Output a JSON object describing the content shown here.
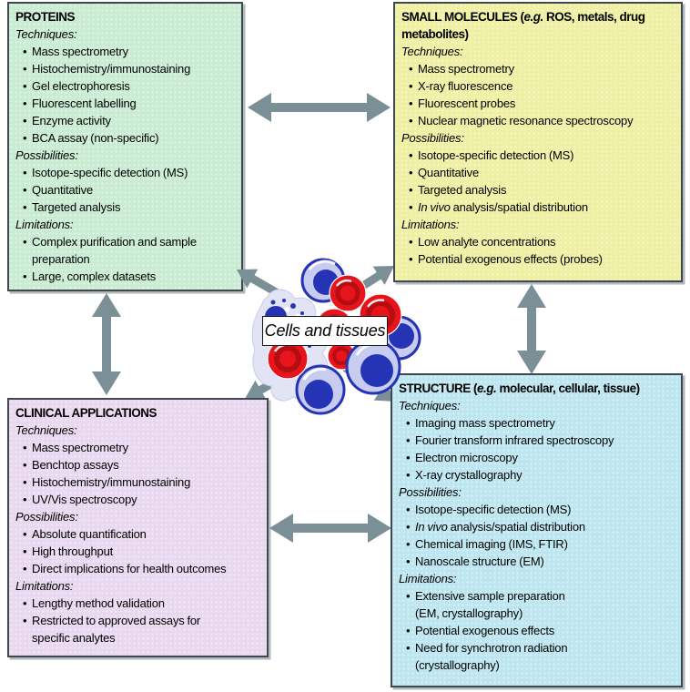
{
  "colors": {
    "arrow": "#7b8f96",
    "panel_border": "#3f4850",
    "proteins_bg": "#c9ecd2",
    "small_molecules_bg": "#eff0a4",
    "clinical_bg": "#e8d8f0",
    "structure_bg": "#bde6f0",
    "label_bg": "#ffffff",
    "cells_red": "#e8141c",
    "cells_red_dark": "#b60d13",
    "cells_blue": "#2533b5",
    "cells_lavender": "#c7ccf0",
    "cells_blob": "#e2e3f5"
  },
  "center": {
    "label": "Cells and tissues"
  },
  "boxes": [
    {
      "id": "proteins",
      "title_segments": [
        [
          "PROTEINS",
          "b"
        ]
      ],
      "sections": [
        {
          "label": "Techniques:",
          "items": [
            "Mass spectrometry",
            "Histochemistry/immunostaining",
            "Gel electrophoresis",
            "Fluorescent labelling",
            "Enzyme activity",
            "BCA assay (non-specific)"
          ]
        },
        {
          "label": "Possibilities:",
          "items": [
            "Isotope-specific detection (MS)",
            "Quantitative",
            "Targeted analysis"
          ]
        },
        {
          "label": "Limitations:",
          "items": [
            {
              "lines": [
                "Complex purification and sample",
                "preparation"
              ]
            },
            "Large, complex datasets"
          ]
        }
      ]
    },
    {
      "id": "small-molecules",
      "title_segments": [
        [
          "SMALL MOLECULES (",
          "b"
        ],
        [
          "e.g.",
          "bi"
        ],
        [
          " ROS, metals, drug",
          "b"
        ],
        [
          "",
          "br"
        ],
        [
          "metabolites)",
          "b"
        ]
      ],
      "sections": [
        {
          "label": "Techniques:",
          "items": [
            "Mass spectrometry",
            "X-ray fluorescence",
            "Fluorescent probes",
            "Nuclear magnetic resonance spectroscopy"
          ]
        },
        {
          "label": "Possibilities:",
          "items": [
            "Isotope-specific detection (MS)",
            "Quantitative",
            "Targeted analysis",
            {
              "segments": [
                [
                  "In vivo",
                  "i"
                ],
                [
                  " analysis/spatial distribution",
                  ""
                ]
              ]
            }
          ]
        },
        {
          "label": "Limitations:",
          "items": [
            "Low analyte concentrations",
            "Potential exogenous effects (probes)"
          ]
        }
      ]
    },
    {
      "id": "clinical",
      "title_segments": [
        [
          "CLINICAL APPLICATIONS",
          "b"
        ]
      ],
      "sections": [
        {
          "label": "Techniques:",
          "items": [
            "Mass spectrometry",
            "Benchtop assays",
            "Histochemistry/immunostaining",
            "UV/Vis spectroscopy"
          ]
        },
        {
          "label": "Possibilities:",
          "items": [
            "Absolute quantification",
            "High throughput",
            "Direct implications for health outcomes"
          ]
        },
        {
          "label": "Limitations:",
          "items": [
            "Lengthy method validation",
            {
              "lines": [
                "Restricted to approved assays for",
                "specific analytes"
              ]
            }
          ]
        }
      ]
    },
    {
      "id": "structure",
      "title_segments": [
        [
          "STRUCTURE (",
          "b"
        ],
        [
          "e.g.",
          "bi"
        ],
        [
          " molecular, cellular, tissue)",
          "b"
        ]
      ],
      "sections": [
        {
          "label": "Techniques:",
          "items": [
            "Imaging mass spectrometry",
            "Fourier transform infrared spectroscopy",
            "Electron microscopy",
            "X-ray crystallography"
          ]
        },
        {
          "label": "Possibilities:",
          "items": [
            "Isotope-specific detection (MS)",
            {
              "segments": [
                [
                  "In vivo",
                  "i"
                ],
                [
                  " analysis/spatial distribution",
                  ""
                ]
              ]
            },
            "Chemical imaging (IMS, FTIR)",
            "Nanoscale structure (EM)"
          ]
        },
        {
          "label": "Limitations:",
          "items": [
            {
              "lines": [
                "Extensive sample preparation",
                "(EM, crystallography)"
              ]
            },
            "Potential exogenous effects",
            {
              "lines": [
                "Need for synchrotron radiation",
                "(crystallography)"
              ]
            }
          ]
        }
      ]
    }
  ]
}
